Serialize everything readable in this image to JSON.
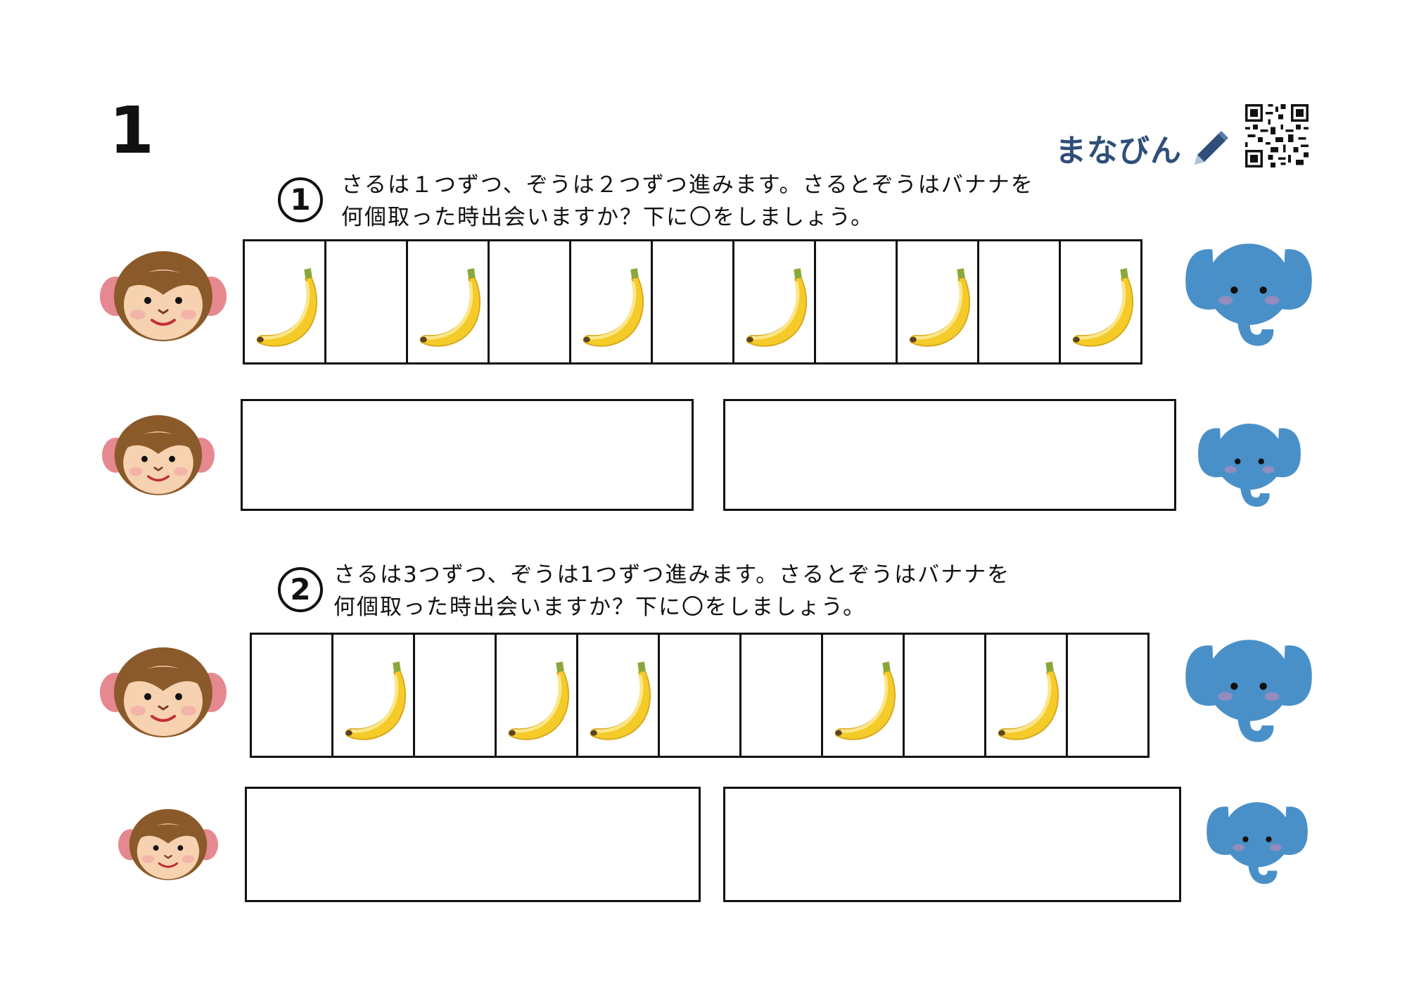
{
  "page_number": "1",
  "logo": {
    "text": "まなびん"
  },
  "questions": [
    {
      "number": "1",
      "line1": "さるは１つずつ、ぞうは２つずつ進みます。さるとぞうはバナナを",
      "line2": "何個取った時出会いますか？下に〇をしましょう。",
      "cells": [
        true,
        false,
        true,
        false,
        true,
        false,
        true,
        false,
        true,
        false,
        true
      ]
    },
    {
      "number": "2",
      "line1": "さるは3つずつ、ぞうは1つずつ進みます。さるとぞうはバナナを",
      "line2": "何個取った時出会いますか？下に〇をしましょう。",
      "cells": [
        false,
        true,
        false,
        true,
        true,
        false,
        false,
        true,
        false,
        true,
        false
      ]
    }
  ],
  "colors": {
    "monkey": "#8b5a2b",
    "elephant": "#4a90c8",
    "banana": "#f5cb2a"
  }
}
